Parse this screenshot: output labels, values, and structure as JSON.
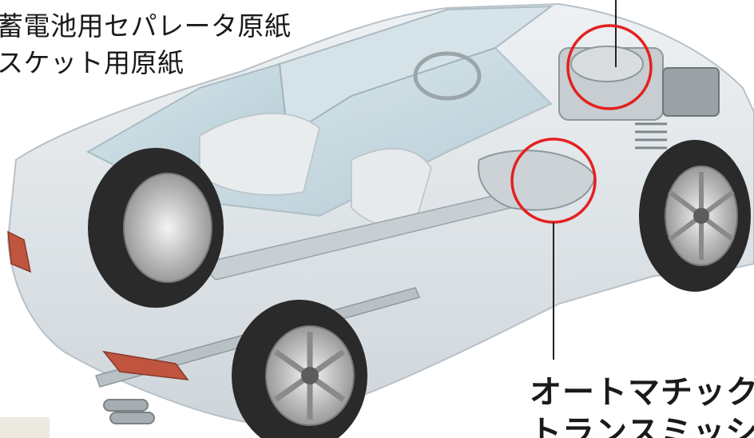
{
  "labels": {
    "top_left": {
      "line1": "蓄電池用セパレータ原紙",
      "line2": "スケット用原紙"
    },
    "bottom_right": {
      "line1": "オートマチック",
      "line2": "トランスミッシ"
    }
  },
  "colors": {
    "highlight_circle": "#e4201f",
    "leader_line": "#222222",
    "car_body": "#dfe4e8",
    "glass": "#bcd3dc",
    "tire": "#2a2a2a",
    "tail_light": "#c0553f"
  }
}
